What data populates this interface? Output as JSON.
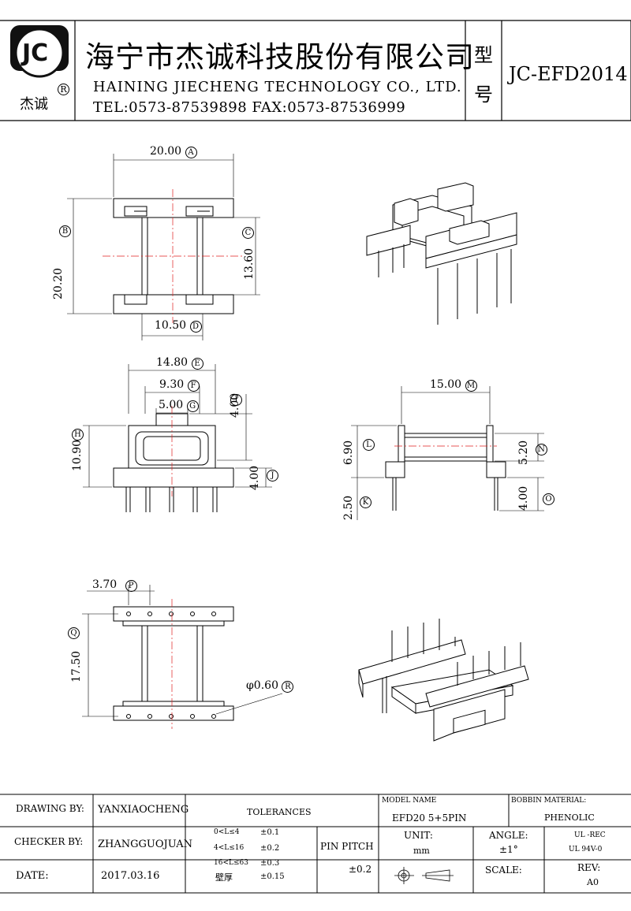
{
  "header": {
    "logo_letters": "JC",
    "logo_name": "杰诚",
    "logo_mark": "R",
    "company_cn": "海宁市杰诚科技股份有限公司",
    "company_en": "HAINING JIECHENG TECHNOLOGY CO., LTD.",
    "contact": "TEL:0573-87539898   FAX:0573-87536999",
    "model_label_1": "型",
    "model_label_2": "号",
    "model_value": "JC-EFD2014"
  },
  "dimensions": {
    "A": {
      "value": "20.00",
      "letter": "A"
    },
    "B": {
      "value": "20.20",
      "letter": "B"
    },
    "C": {
      "value": "13.60",
      "letter": "C"
    },
    "D": {
      "value": "10.50",
      "letter": "D"
    },
    "E": {
      "value": "14.80",
      "letter": "E"
    },
    "F": {
      "value": "9.30",
      "letter": "F"
    },
    "G": {
      "value": "5.00",
      "letter": "G"
    },
    "H": {
      "value": "10.90",
      "letter": "H"
    },
    "I": {
      "value": "4.00",
      "letter": "I"
    },
    "J": {
      "value": "4.00",
      "letter": "J"
    },
    "K": {
      "value": "2.50",
      "letter": "K"
    },
    "L": {
      "value": "6.90",
      "letter": "L"
    },
    "M": {
      "value": "15.00",
      "letter": "M"
    },
    "N": {
      "value": "5.20",
      "letter": "N"
    },
    "O": {
      "value": "4.00",
      "letter": "O"
    },
    "P": {
      "value": "3.70",
      "letter": "P"
    },
    "Q": {
      "value": "17.50",
      "letter": "Q"
    },
    "R": {
      "value": "φ0.60",
      "letter": "R"
    }
  },
  "title_block": {
    "drawing_by_label": "DRAWING  BY:",
    "drawing_by": "YANXIAOCHENG",
    "checker_by_label": "CHECKER  BY:",
    "checker_by": "ZHANGGUOJUAN",
    "date_label": "DATE:",
    "date": "2017.03.16",
    "tolerances_label": "TOLERANCES",
    "tol_rows": [
      {
        "range": "0<L≤4",
        "tol": "±0.1"
      },
      {
        "range": "4<L≤16",
        "tol": "±0.2"
      },
      {
        "range": "16<L≤63",
        "tol": "±0.3"
      },
      {
        "range": "壁厚",
        "tol": "±0.15"
      }
    ],
    "pin_pitch_label": "PIN PITCH",
    "pin_pitch": "±0.2",
    "model_name_label": "MODEL NAME",
    "model_name": "EFD20 5+5PIN",
    "bobbin_material_label": "BOBBIN MATERIAL:",
    "bobbin_material": "PHENOLIC",
    "unit_label": "UNIT:",
    "unit": "mm",
    "angle_label": "ANGLE:",
    "angle": "±1°",
    "ul_rec": "UL -REC",
    "ul_grade": "UL  94V-0",
    "scale_label": "SCALE:",
    "rev_label": "REV:",
    "rev": "A0"
  }
}
